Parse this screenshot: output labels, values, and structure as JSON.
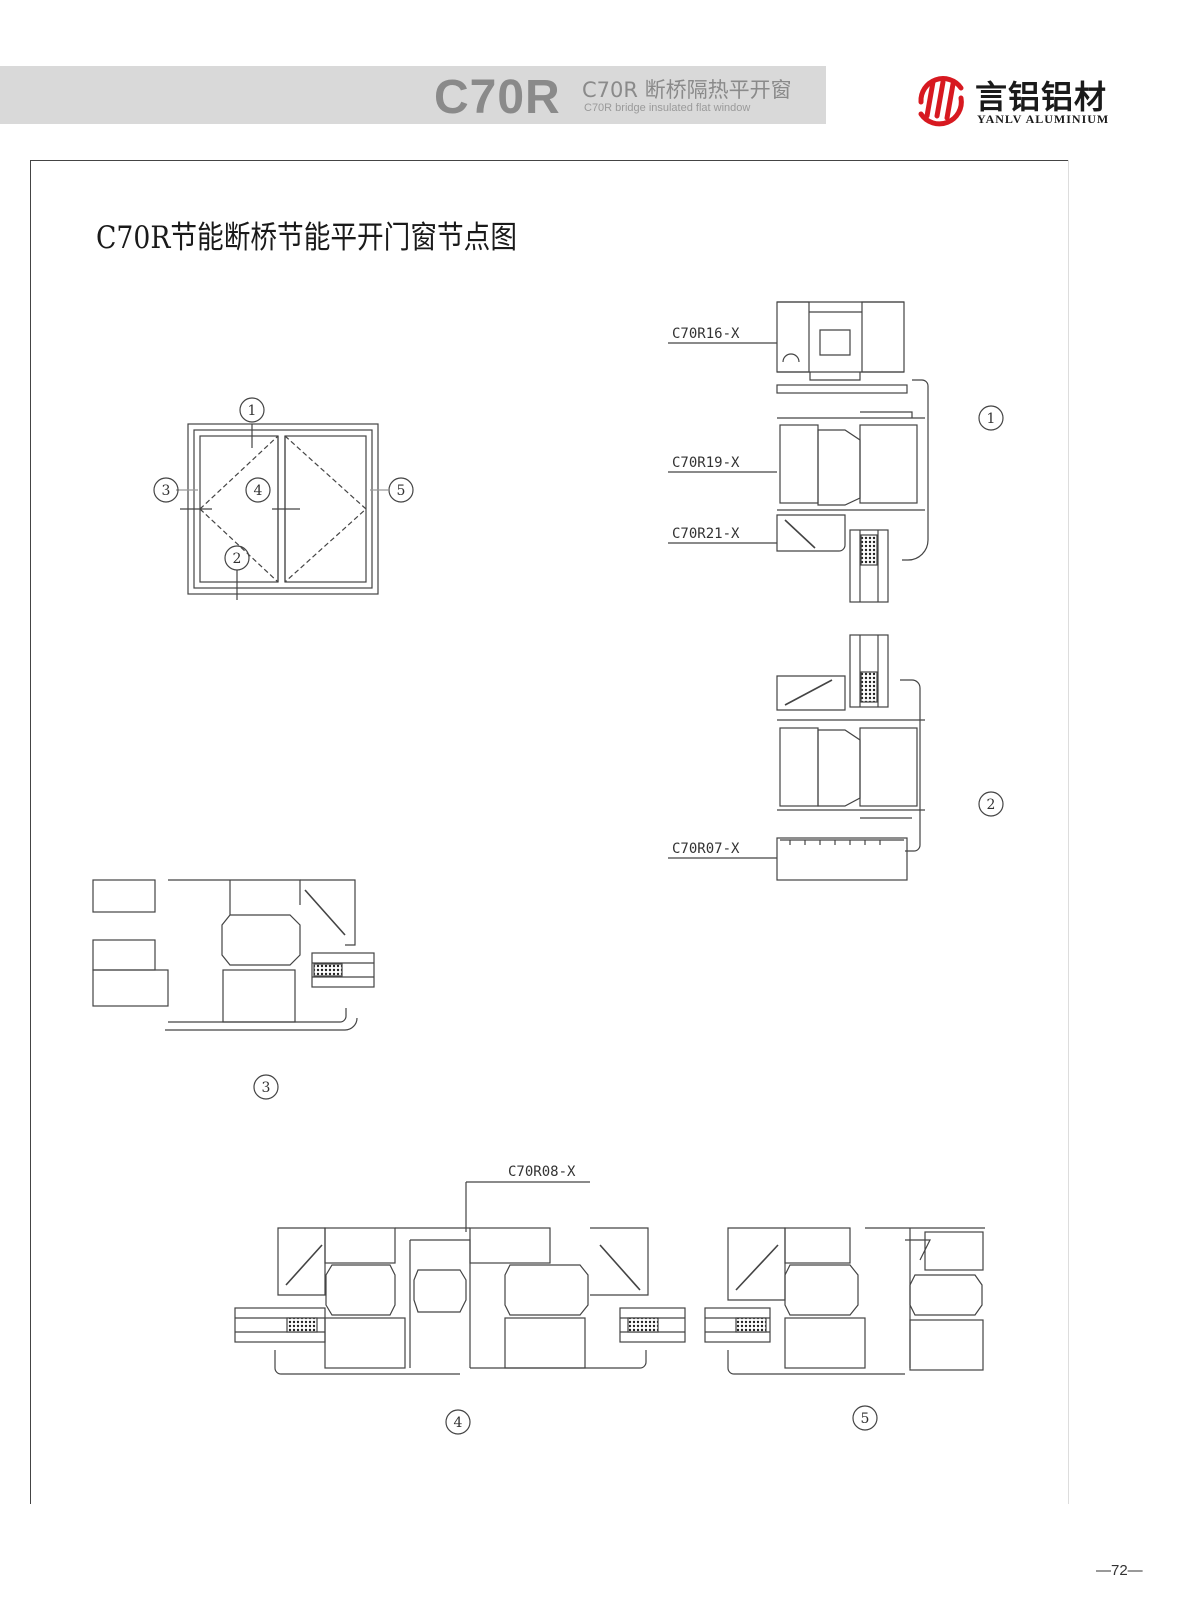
{
  "header": {
    "model": "C70R",
    "name_cn": "C70R 断桥隔热平开窗",
    "name_en": "C70R bridge insulated flat window"
  },
  "logo": {
    "cn": "言铝铝材",
    "en": "YANLV ALUMINIUM",
    "mark_icon": "yanlv-logo-icon",
    "mark_color": "#d71920"
  },
  "title": "C70R节能断桥节能平开门窗节点图",
  "elevation": {
    "callouts": [
      "1",
      "2",
      "3",
      "4",
      "5"
    ]
  },
  "sections": {
    "s1": {
      "label": "1",
      "profiles": [
        "C70R16-X",
        "C70R19-X",
        "C70R21-X"
      ]
    },
    "s2": {
      "label": "2",
      "profiles": [
        "C70R07-X"
      ]
    },
    "s3": {
      "label": "3"
    },
    "s4": {
      "label": "4",
      "profiles": [
        "C70R08-X"
      ]
    },
    "s5": {
      "label": "5"
    }
  },
  "page_number": "—72—"
}
